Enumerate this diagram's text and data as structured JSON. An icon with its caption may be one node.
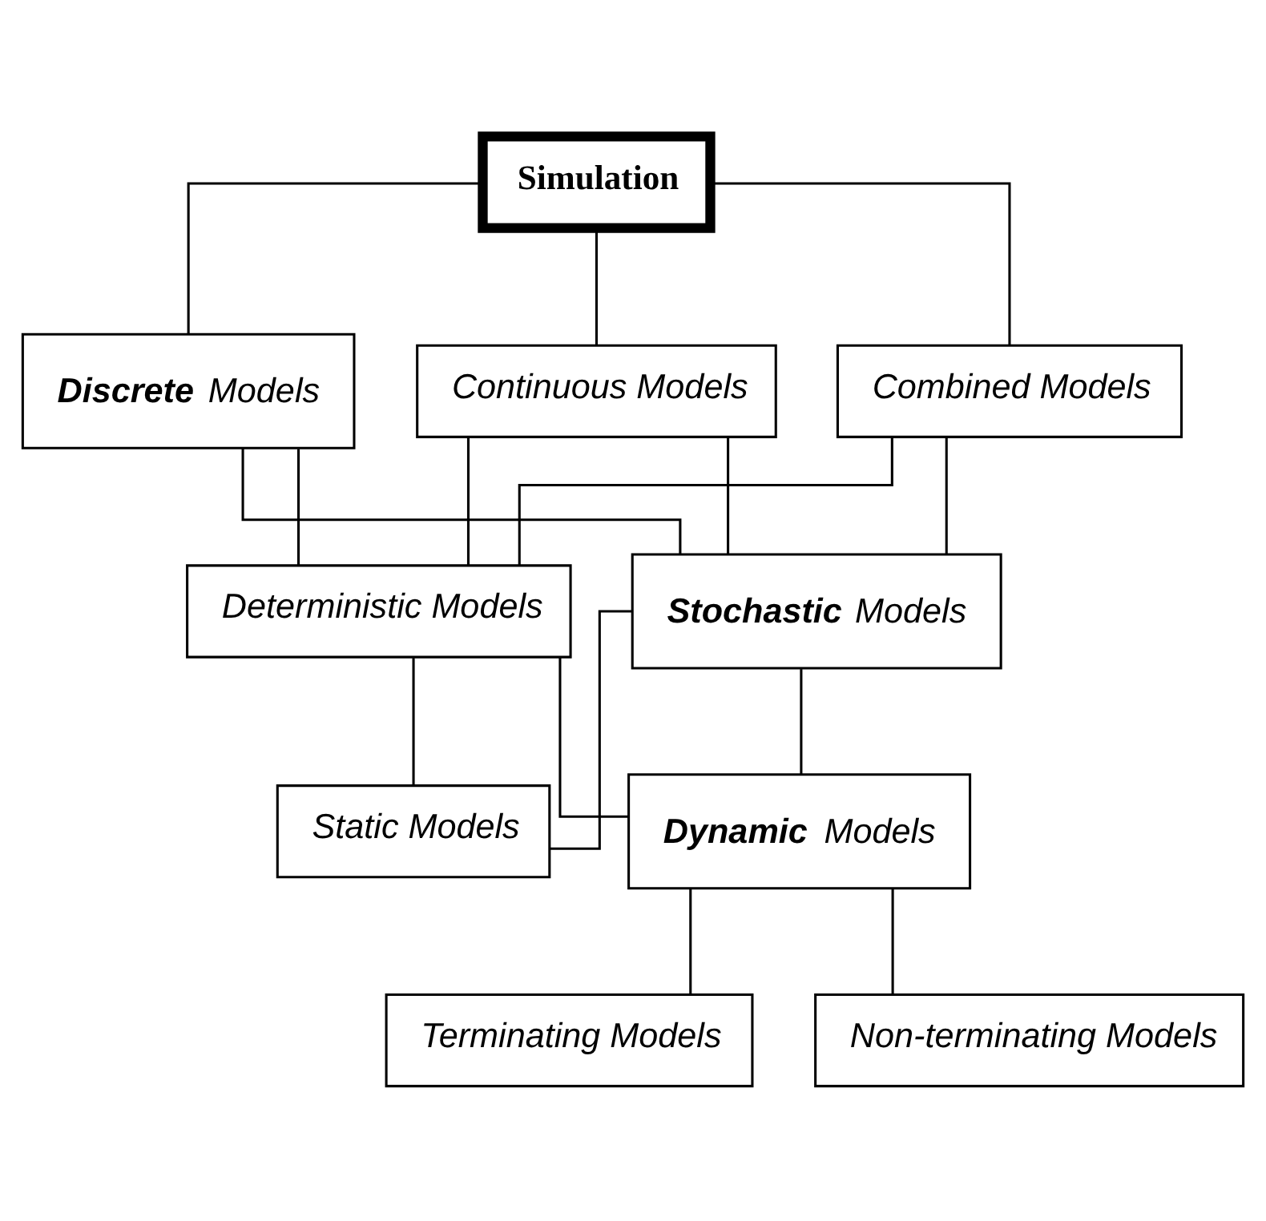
{
  "diagram": {
    "nodes": [
      {
        "text": [
          "Simulation"
        ]
      },
      {
        "text": [
          "**Discrete** Models"
        ]
      },
      {
        "text": [
          "Continuous Models"
        ]
      },
      {
        "text": [
          "Combined Models"
        ]
      },
      {
        "text": [
          "Deterministic Models"
        ]
      },
      {
        "text": [
          "**Stochastic** Models"
        ]
      },
      {
        "text": [
          "Static Models"
        ]
      },
      {
        "text": [
          "**Dynamic** Models"
        ]
      },
      {
        "text": [
          "Terminating Models"
        ]
      },
      {
        "text": [
          "Non-terminating Models"
        ]
      }
    ],
    "edges": [
      {
        "from": 0,
        "to": 1,
        "arrow": "none"
      },
      {
        "from": 0,
        "to": 2,
        "arrow": "none"
      },
      {
        "from": 0,
        "to": 3,
        "arrow": "none"
      },
      {
        "from": 1,
        "to": 4,
        "arrow": "none"
      },
      {
        "from": 1,
        "to": 5,
        "arrow": "none"
      },
      {
        "from": 2,
        "to": 4,
        "arrow": "none"
      },
      {
        "from": 2,
        "to": 5,
        "arrow": "none"
      },
      {
        "from": 3,
        "to": 4,
        "arrow": "none"
      },
      {
        "from": 3,
        "to": 5,
        "arrow": "none"
      },
      {
        "from": 4,
        "to": 6,
        "arrow": "none"
      },
      {
        "from": 4,
        "to": 7,
        "arrow": "none"
      },
      {
        "from": 5,
        "to": 6,
        "arrow": "none"
      },
      {
        "from": 5,
        "to": 7,
        "arrow": "none"
      },
      {
        "from": 7,
        "to": 8,
        "arrow": "none"
      },
      {
        "from": 7,
        "to": 9,
        "arrow": "none"
      }
    ]
  }
}
